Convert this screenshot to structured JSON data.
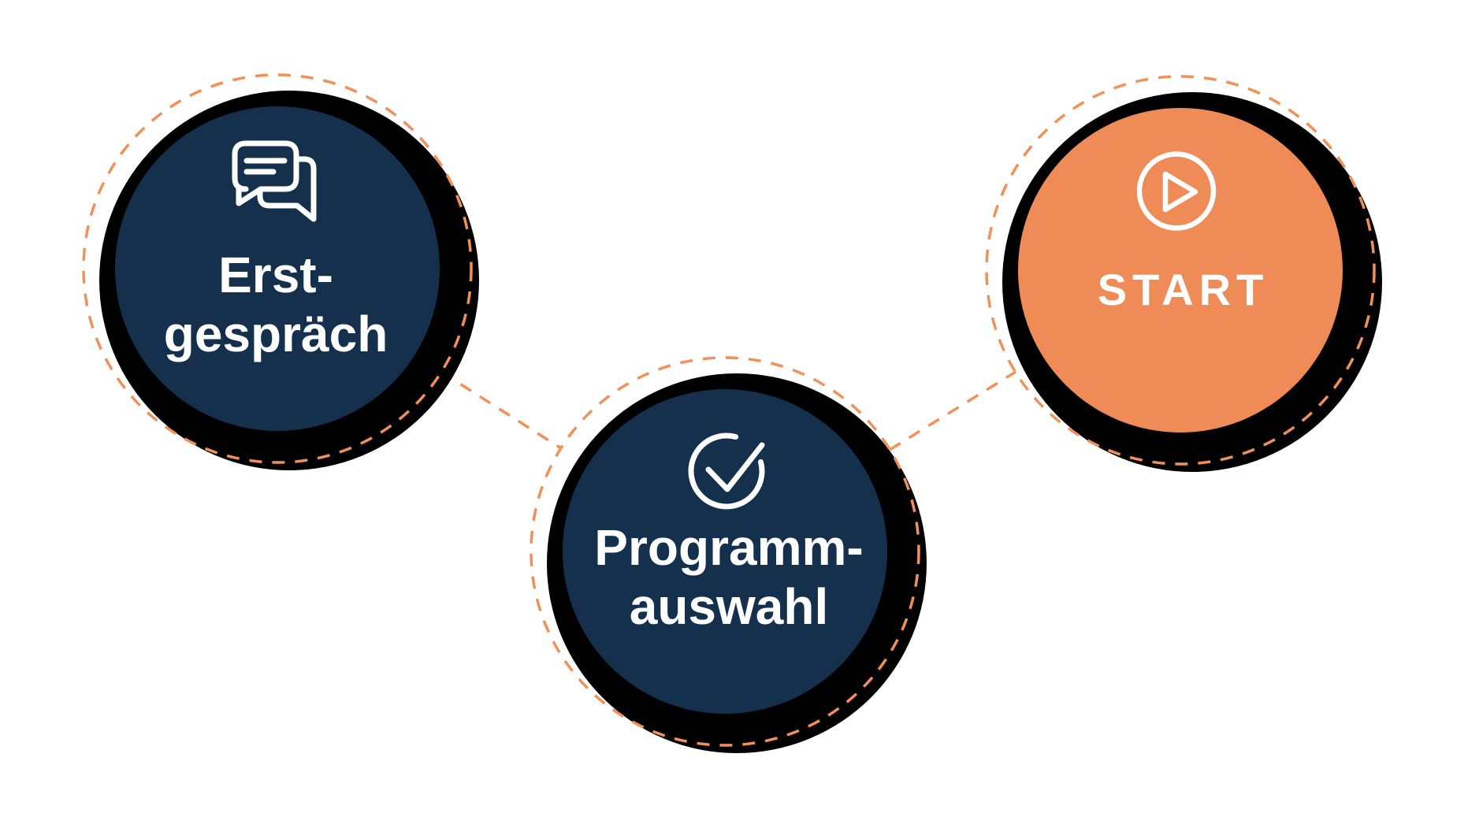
{
  "diagram": {
    "description": "Three-step process infographic with dashed connectors",
    "colors": {
      "navy": "#14304d",
      "orange": "#ee8b57",
      "dash_orange": "#f0915a",
      "shadow_black": "#000000",
      "text_light": "#ffffff",
      "background": "#ffffff"
    },
    "nodes": [
      {
        "id": "erstgespraech",
        "label_line1": "Erst-",
        "label_line2": "gespräch",
        "icon": "chat-bubbles-icon",
        "fill": "#14304d"
      },
      {
        "id": "programmauswahl",
        "label_line1": "Programm-",
        "label_line2": "auswahl",
        "icon": "check-circle-icon",
        "fill": "#14304d"
      },
      {
        "id": "start",
        "label_line1": "START",
        "label_line2": "",
        "icon": "play-circle-icon",
        "fill": "#ee8b57"
      }
    ]
  }
}
